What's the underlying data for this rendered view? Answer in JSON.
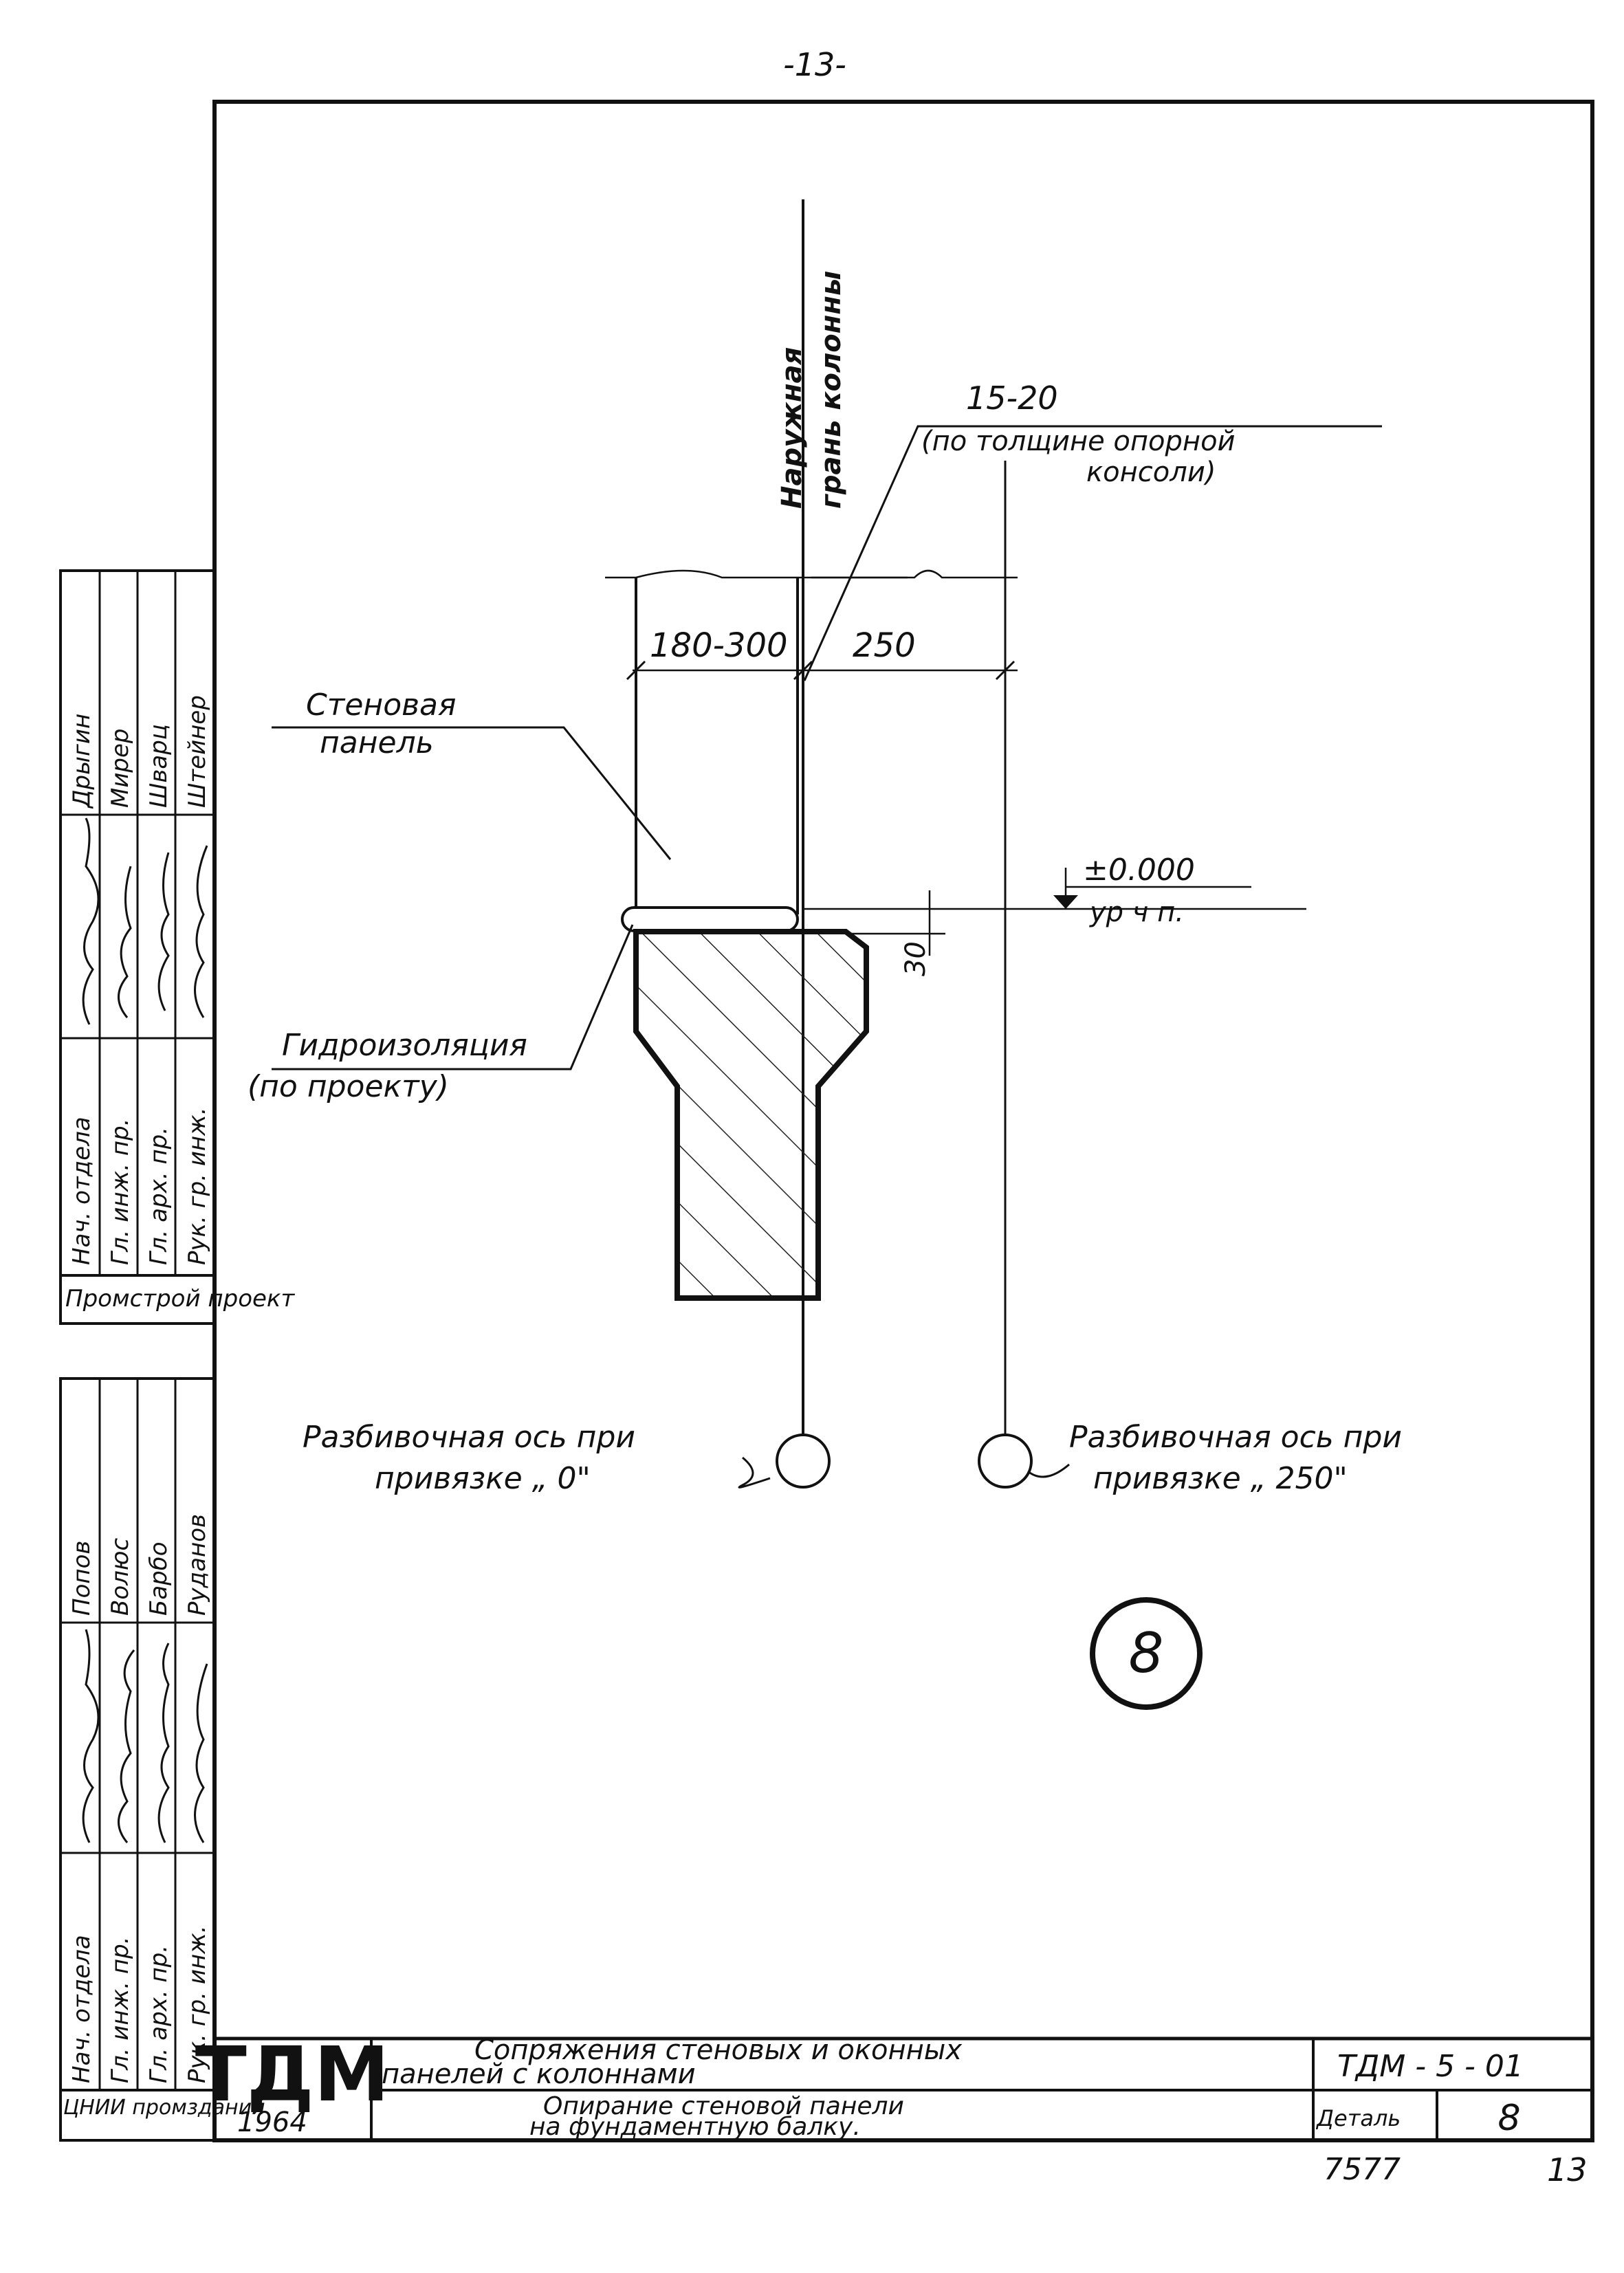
{
  "page_number_top": "-13-",
  "drawing": {
    "column_face_label_1": "Наружная",
    "column_face_label_2": "грань колонны",
    "dim_console_value": "15-20",
    "dim_console_note_1": "(по толщине опорной",
    "dim_console_note_2": "консоли)",
    "dim_panel": "180-300",
    "dim_offset": "250",
    "panel_label_1": "Стеновая",
    "panel_label_2": "панель",
    "level_value": "±0.000",
    "level_note": "ур ч п.",
    "dim_30": "30",
    "waterproofing_label_1": "Гидроизоляция",
    "waterproofing_label_2": "(по проекту)",
    "axis_left_label_1": "Разбивочная ось при",
    "axis_left_label_2": "привязке „ 0\"",
    "axis_right_label_1": "Разбивочная ось при",
    "axis_right_label_2": "привязке „ 250\"",
    "detail_marker": "8"
  },
  "side_stamp_top": {
    "roles": [
      "Нач. отдела",
      "Гл. инж. пр.",
      "Гл. арх. пр.",
      "Рук. гр. инж."
    ],
    "names": [
      "Дрыгин",
      "Мирер",
      "Шварц",
      "Штейнер"
    ],
    "org": "Промстрой проект"
  },
  "side_stamp_bottom": {
    "roles": [
      "Нач. отдела",
      "Гл. инж. пр.",
      "Гл. арх. пр.",
      "Рук. гр. инж."
    ],
    "names": [
      "Попов",
      "Волюс",
      "Барбо",
      "Руданов"
    ],
    "org": "ЦНИИ промзданий"
  },
  "title_block": {
    "logo": "ТДМ",
    "year": "1964",
    "title_1": "Сопряжения стеновых и оконных",
    "title_2": "панелей с колоннами",
    "subtitle_1": "Опирание стеновой панели",
    "subtitle_2": "на фундаментную балку.",
    "code": "ТДМ - 5 - 01",
    "detail_label": "Деталь",
    "detail_number": "8"
  },
  "footer": {
    "archive_number": "7577",
    "sheet_number": "13"
  }
}
